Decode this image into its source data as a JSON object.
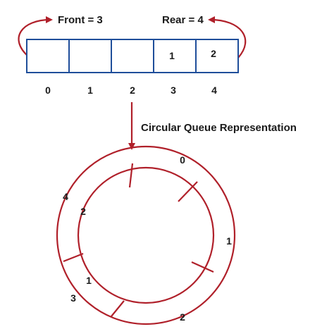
{
  "pointers": {
    "front_label": "Front = 3",
    "rear_label": "Rear = 4"
  },
  "array": {
    "cells": [
      "",
      "",
      "",
      "1",
      "2"
    ],
    "indices": [
      "0",
      "1",
      "2",
      "3",
      "4"
    ]
  },
  "caption": "Circular Queue Representation",
  "ring": {
    "segments": [
      {
        "index": "0",
        "value": ""
      },
      {
        "index": "1",
        "value": ""
      },
      {
        "index": "2",
        "value": ""
      },
      {
        "index": "3",
        "value": "1"
      },
      {
        "index": "4",
        "value": "2"
      }
    ]
  },
  "colors": {
    "array_border": "#1f4e9a",
    "ring_and_arrows": "#b0202a",
    "text": "#1a1a1a"
  }
}
